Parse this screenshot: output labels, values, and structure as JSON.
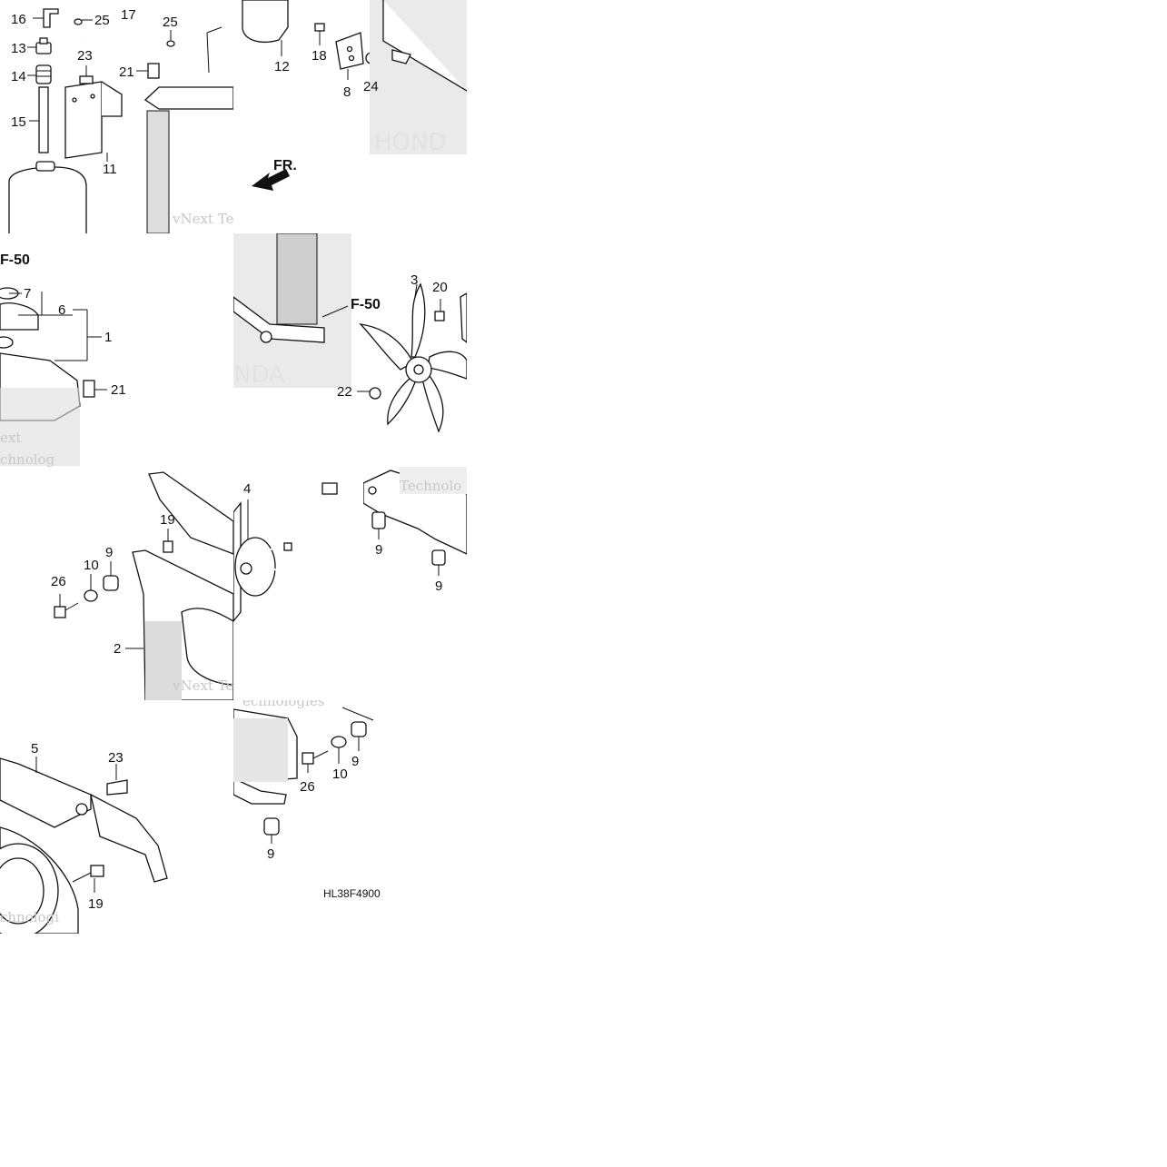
{
  "diagram": {
    "code": "HL38F4900",
    "ref_label": "F-50",
    "front_label": "FR.",
    "watermark": "vNext Technologies",
    "tiles": [
      {
        "id": "t1",
        "labels": [
          "16",
          "25",
          "17",
          "25",
          "13",
          "23",
          "21",
          "14",
          "15",
          "11"
        ]
      },
      {
        "id": "t2",
        "labels": [
          "12",
          "18",
          "8",
          "24"
        ]
      },
      {
        "id": "t3",
        "labels": [
          "7",
          "6",
          "1",
          "21"
        ]
      },
      {
        "id": "t4",
        "labels": [
          "3",
          "20",
          "22"
        ]
      },
      {
        "id": "t5",
        "labels": [
          "19",
          "10",
          "9",
          "26",
          "2"
        ]
      },
      {
        "id": "t6",
        "labels": [
          "4"
        ]
      },
      {
        "id": "t7",
        "labels": [
          "9",
          "9"
        ]
      },
      {
        "id": "t8",
        "labels": [
          "5",
          "23",
          "19"
        ]
      },
      {
        "id": "t9",
        "labels": [
          "9",
          "26",
          "10",
          "9"
        ]
      }
    ]
  }
}
